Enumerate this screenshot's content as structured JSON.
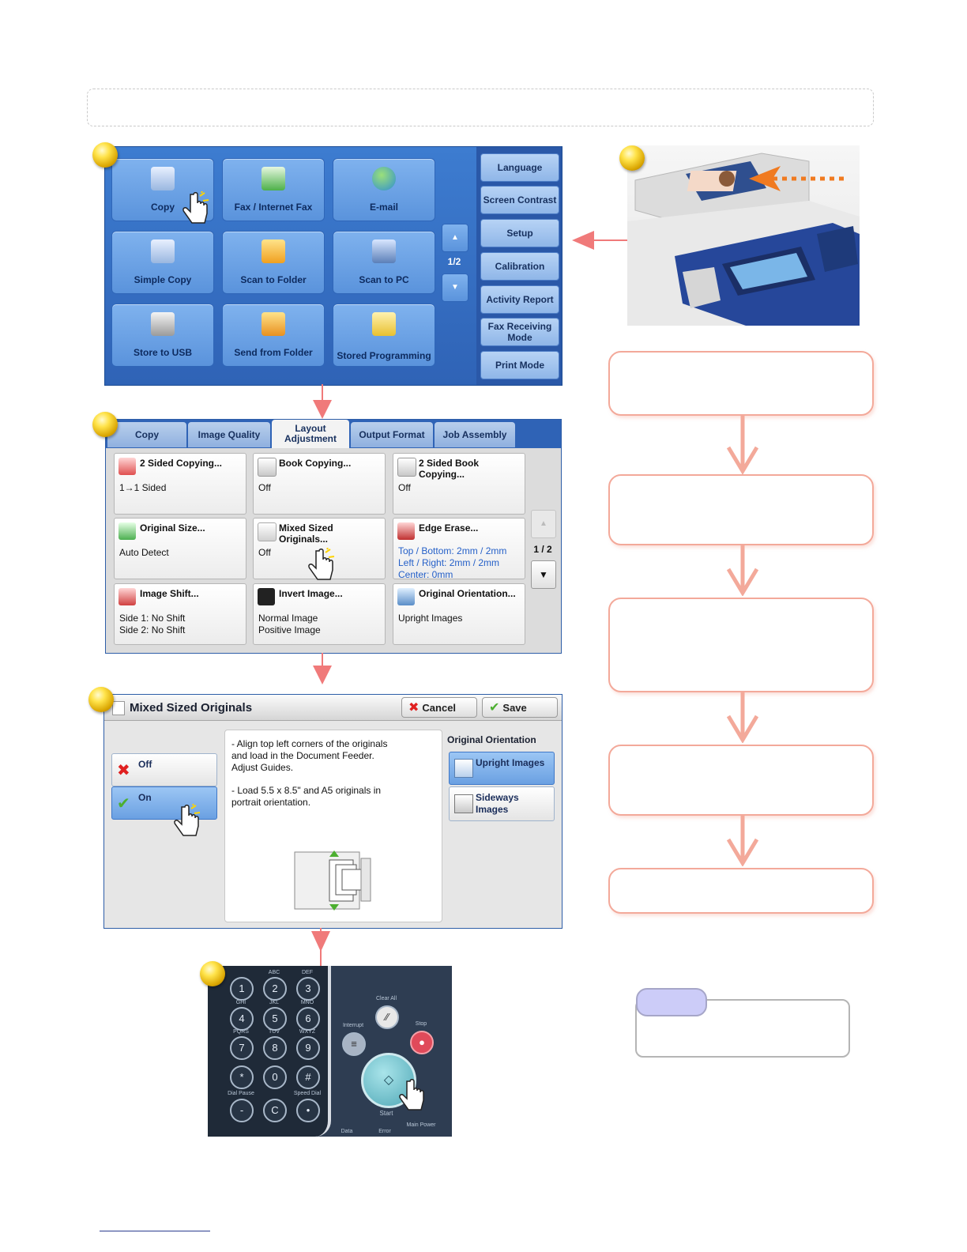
{
  "screen1": {
    "tiles": [
      {
        "label": "Copy"
      },
      {
        "label": "Fax / Internet Fax"
      },
      {
        "label": "E-mail"
      },
      {
        "label": "Simple Copy"
      },
      {
        "label": "Scan to Folder"
      },
      {
        "label": "Scan to PC"
      },
      {
        "label": "Store to USB"
      },
      {
        "label": "Send from Folder"
      },
      {
        "label": "Stored Programming"
      }
    ],
    "page_indicator": "1/2",
    "side_buttons": [
      {
        "label": "Language"
      },
      {
        "label": "Screen Contrast"
      },
      {
        "label": "Setup"
      },
      {
        "label": "Calibration"
      },
      {
        "label": "Activity Report"
      },
      {
        "label": "Fax Receiving Mode"
      },
      {
        "label": "Print Mode"
      }
    ]
  },
  "screen2": {
    "tabs": [
      {
        "label": "Copy"
      },
      {
        "label": "Image Quality"
      },
      {
        "label": "Layout Adjustment"
      },
      {
        "label": "Output Format"
      },
      {
        "label": "Job Assembly"
      }
    ],
    "cells": [
      {
        "title": "2 Sided Copying...",
        "value": "1→1 Sided"
      },
      {
        "title": "Book Copying...",
        "value": "Off"
      },
      {
        "title": "2 Sided Book Copying...",
        "value": "Off"
      },
      {
        "title": "Original Size...",
        "value": "Auto Detect"
      },
      {
        "title": "Mixed Sized Originals...",
        "value": "Off"
      },
      {
        "title": "Edge Erase...",
        "value": "Top / Bottom: 2mm / 2mm\nLeft / Right: 2mm / 2mm\nCenter: 0mm"
      },
      {
        "title": "Image Shift...",
        "value": "Side 1: No Shift\nSide 2: No Shift"
      },
      {
        "title": "Invert Image...",
        "value": "Normal Image\nPositive Image"
      },
      {
        "title": "Original Orientation...",
        "value": "Upright Images"
      }
    ],
    "page_indicator": "1 / 2",
    "down_arrow": "▼"
  },
  "screen3": {
    "title": "Mixed Sized Originals",
    "cancel": "Cancel",
    "save": "Save",
    "option_off": "Off",
    "option_on": "On",
    "instruction1": "- Align top left corners of the originals and load in the Document Feeder. Adjust Guides.",
    "instruction2": "- Load 5.5 x 8.5\" and A5 originals in portrait orientation.",
    "orientation_heading": "Original Orientation",
    "orientation_upright": "Upright Images",
    "orientation_sideways": "Sideways Images"
  },
  "keypad": {
    "keys": [
      "1",
      "2",
      "3",
      "4",
      "5",
      "6",
      "7",
      "8",
      "9",
      "*",
      "0",
      "#",
      "-",
      "C",
      "•"
    ],
    "letters": [
      "ABC",
      "DEF",
      "GHI",
      "JKL",
      "MNO",
      "PQRS",
      "TUV",
      "WXYZ"
    ],
    "dial_pause": "Dial Pause",
    "speed_dial": "Speed Dial",
    "clear_all": "Clear All",
    "interrupt": "Interrupt",
    "stop": "Stop",
    "start": "Start",
    "main_power": "Main Power",
    "data": "Data",
    "error": "Error"
  },
  "colors": {
    "panel_blue": "#2f63b6",
    "tile_blue": "#6aa0e2",
    "flow_border": "#f3a99a",
    "arrow": "#f07a7a",
    "bullet_gold": "#e8b800",
    "note_tag": "#ccccf8"
  }
}
